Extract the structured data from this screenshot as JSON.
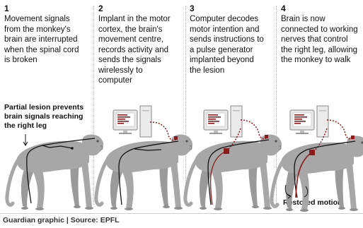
{
  "steps": [
    {
      "number": "1",
      "lines": [
        "Movement signals",
        "from the monkey's",
        "brain are interrupted",
        "when the spinal cord",
        "is broken"
      ]
    },
    {
      "number": "2",
      "lines": [
        "Implant in the motor",
        "cortex, the brain's",
        "movement centre,",
        "records activity and",
        "sends the signals",
        "wirelessly to",
        "computer"
      ]
    },
    {
      "number": "3",
      "lines": [
        "Computer decodes",
        "motor intention and",
        "sends instructions to",
        "a pulse generator",
        "implanted beyond",
        "the lesion"
      ]
    },
    {
      "number": "4",
      "lines": [
        "Brain is now",
        "connected to working",
        "nerves that control",
        "the right leg, allowing",
        "the monkey to walk"
      ]
    }
  ],
  "notes": {
    "lesion": [
      "Partial lesion prevents",
      "brain signals reaching",
      "the right leg"
    ],
    "restored": "Restored motion"
  },
  "footer": "Guardian graphic | Source: EPFL",
  "colors": {
    "monkey": "#a7a7a7",
    "monkey_dark": "#7d7d7d",
    "nerve": "#111111",
    "signal": "#8b1a1a",
    "screen_bar": "#8b1a1a"
  }
}
